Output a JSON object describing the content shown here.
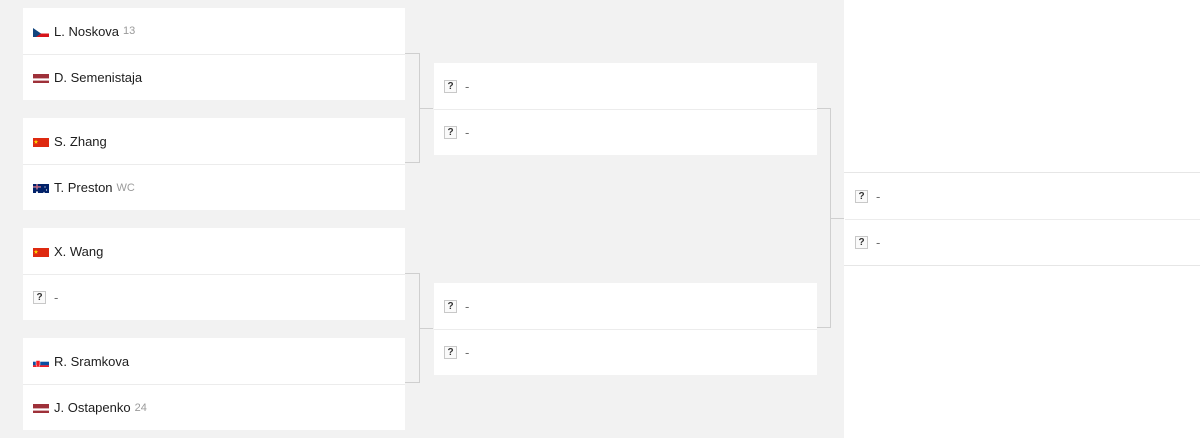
{
  "round1": [
    {
      "players": [
        {
          "name": "L. Noskova",
          "seed": "13",
          "flag": "cz-flag"
        },
        {
          "name": "D. Semenistaja",
          "seed": "",
          "flag": "lv-flag"
        }
      ]
    },
    {
      "players": [
        {
          "name": "S. Zhang",
          "seed": "",
          "flag": "cn-flag"
        },
        {
          "name": "T. Preston",
          "seed": "WC",
          "flag": "au-flag"
        }
      ]
    },
    {
      "players": [
        {
          "name": "X. Wang",
          "seed": "",
          "flag": "cn-flag"
        },
        {
          "name": "-",
          "seed": "",
          "flag": "unknown"
        }
      ]
    },
    {
      "players": [
        {
          "name": "R. Sramkova",
          "seed": "",
          "flag": "sk-flag"
        },
        {
          "name": "J. Ostapenko",
          "seed": "24",
          "flag": "lv-flag"
        }
      ]
    }
  ],
  "round2": [
    {
      "players": [
        {
          "name": "-",
          "flag": "unknown"
        },
        {
          "name": "-",
          "flag": "unknown"
        }
      ]
    },
    {
      "players": [
        {
          "name": "-",
          "flag": "unknown"
        },
        {
          "name": "-",
          "flag": "unknown"
        }
      ]
    }
  ],
  "round3": [
    {
      "players": [
        {
          "name": "-",
          "flag": "unknown"
        },
        {
          "name": "-",
          "flag": "unknown"
        }
      ]
    }
  ],
  "unknown_symbol": "?",
  "colors": {
    "background_grey": "#f2f2f2",
    "card": "#ffffff",
    "seed_text": "#9a9a9a",
    "connector": "#cfcfcf"
  }
}
